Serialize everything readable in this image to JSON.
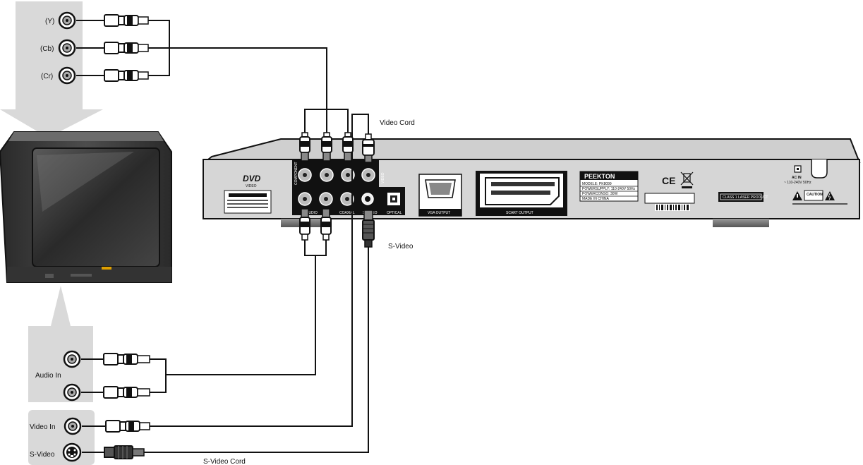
{
  "labels": {
    "component_y": "(Y)",
    "component_cb": "(Cb)",
    "component_cr": "(Cr)",
    "video_cord": "Video Cord",
    "s_video": "S-Video",
    "audio_in": "Audio In",
    "video_in": "Video In",
    "tv_s_video": "S-Video",
    "s_video_cord": "S-Video Cord"
  },
  "panel": {
    "component": "COMPONENT",
    "video": "VIDEO",
    "audio": "AUDIO",
    "coaxial": "COAXIAL",
    "s_video": "S-VIDEO",
    "optical": "OPTICAL",
    "vga_output": "VGA OUTPUT",
    "scart_output": "SCART OUTPUT",
    "brand": "PEEKTON",
    "model": "MODELE: PK8099",
    "power_supply": "POWERSUPPLY: 110-240V 50Hz",
    "power_cons": "POWERCONSO: 30W",
    "made_in": "MADE IN CHINA",
    "class_laser": "CLASS 1 LASER PRODUCT",
    "caution": "CAUTION",
    "ac_in": "AC IN",
    "ac_spec": "~ 110-240V 50Hz",
    "dvd_logo": "DVD",
    "dvd_sub": "VIDEO",
    "ce_mark": "CE"
  },
  "colors": {
    "panel_gray": "#d6d6d6",
    "panel_dark": "#111111",
    "callout_gray": "#d9d9d9",
    "tv_body": "#3a3a3a"
  }
}
